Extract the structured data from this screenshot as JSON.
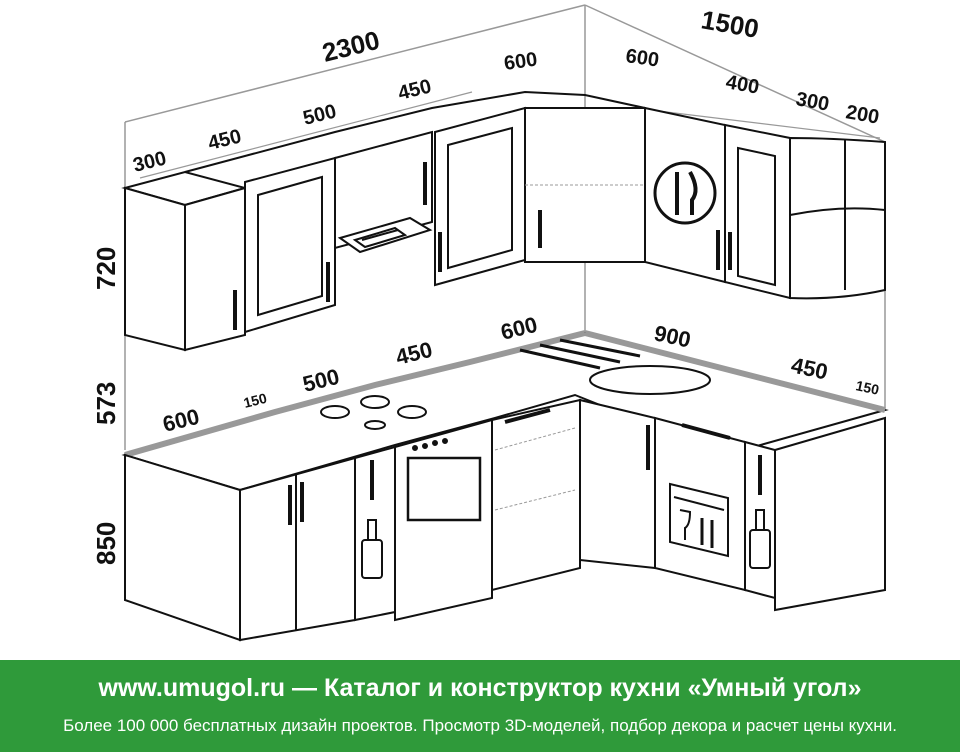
{
  "dimensions": {
    "total_left": "2300",
    "total_right": "1500",
    "upper_left": [
      "300",
      "450",
      "500",
      "450",
      "600"
    ],
    "upper_right": [
      "600",
      "400",
      "300",
      "200"
    ],
    "height_upper": "720",
    "height_gap": "573",
    "height_base": "850",
    "base_left": [
      "600",
      "150",
      "500",
      "450",
      "600"
    ],
    "base_right": [
      "900",
      "450",
      "150"
    ]
  },
  "banner": {
    "title": "www.umugol.ru — Каталог и конструктор кухни «Умный угол»",
    "subtitle": "Более 100 000 бесплатных дизайн проектов. Просмотр 3D-моделей, подбор декора и расчет цены кухни."
  },
  "colors": {
    "banner_bg": "#2f9a3a",
    "line": "#111111",
    "dimension_line": "#999999",
    "glass": "#ffffff"
  },
  "icons": [
    "fork-knife-icon",
    "bottle-icon",
    "dishwasher-icon",
    "hob-icon",
    "sink-icon",
    "range-hood-icon"
  ]
}
